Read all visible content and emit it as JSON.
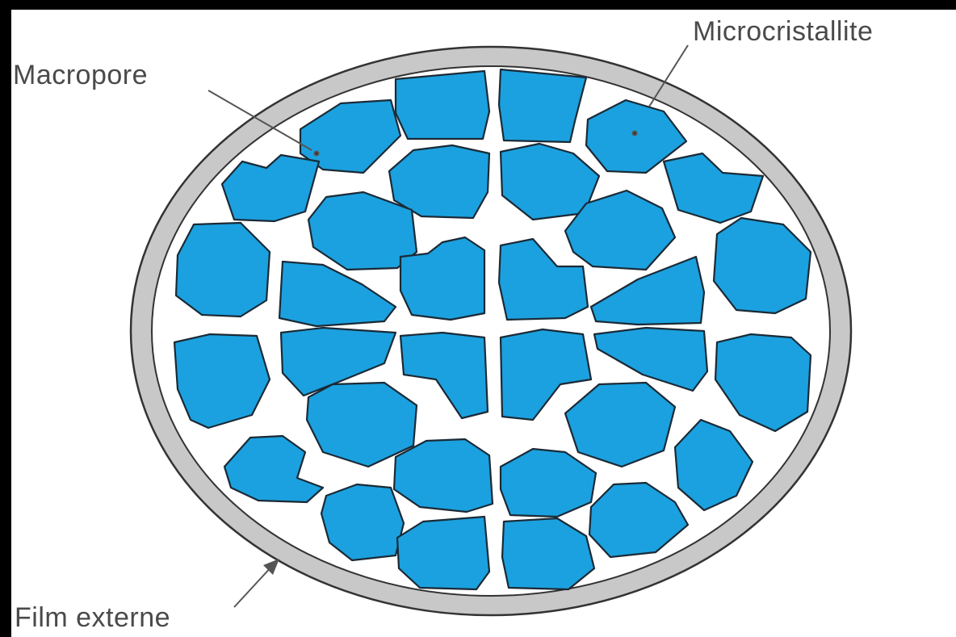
{
  "labels": {
    "macropore": "Macropore",
    "microcristallite": "Microcristallite",
    "film_externe": "Film externe"
  },
  "colors": {
    "crystal_fill": "#1BA1DF",
    "crystal_stroke": "#1a2a36",
    "film_fill": "#c8c8c8",
    "film_stroke": "#333333",
    "pore_background": "#ffffff",
    "label_text": "#4a4a4a"
  }
}
